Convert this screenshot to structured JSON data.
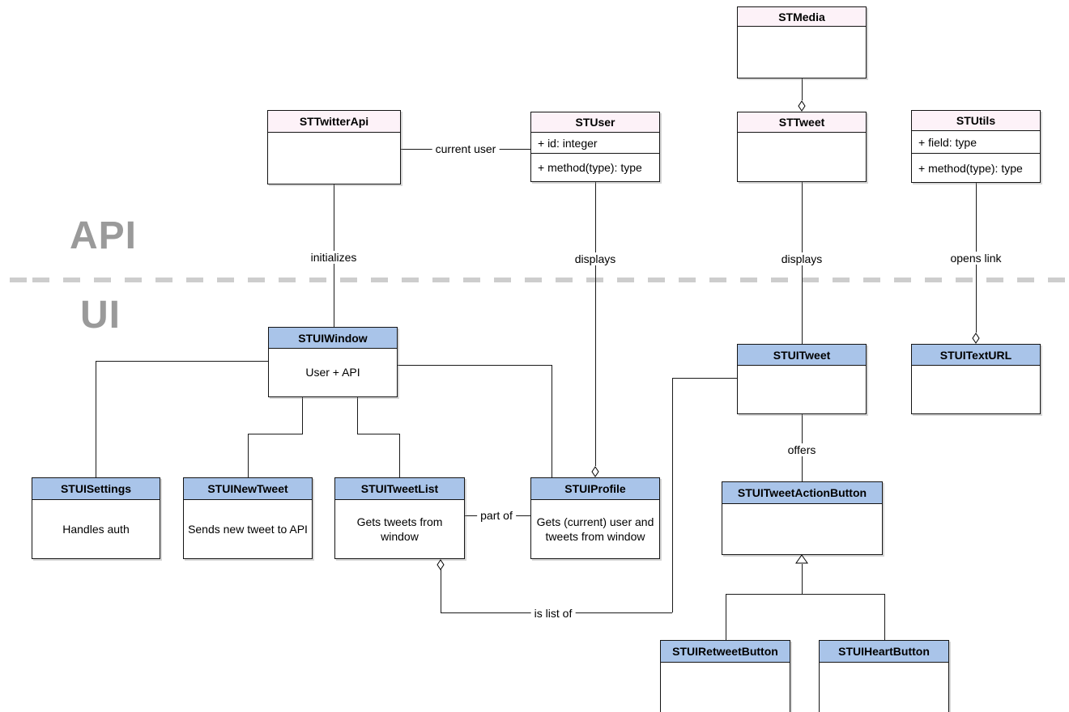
{
  "sections": {
    "api": "API",
    "ui": "UI"
  },
  "classes": {
    "stmedia": {
      "name": "STMedia",
      "body": ""
    },
    "sttwitterapi": {
      "name": "STTwitterApi",
      "body": ""
    },
    "stuser": {
      "name": "STUser",
      "attributes": [
        "+ id: integer",
        "+ method(type): type"
      ]
    },
    "sttweet": {
      "name": "STTweet",
      "body": ""
    },
    "stutils": {
      "name": "STUtils",
      "attributes": [
        "+ field: type",
        "+ method(type): type"
      ]
    },
    "stuiwindow": {
      "name": "STUIWindow",
      "body": "User + API"
    },
    "stuitweet": {
      "name": "STUITweet",
      "body": ""
    },
    "stuitexturl": {
      "name": "STUITextURL",
      "body": ""
    },
    "stuisettings": {
      "name": "STUISettings",
      "body": "Handles auth"
    },
    "stuinewtweet": {
      "name": "STUINewTweet",
      "body": "Sends new tweet to API"
    },
    "stuitweetlist": {
      "name": "STUITweetList",
      "body": "Gets tweets from window"
    },
    "stuiprofile": {
      "name": "STUIProfile",
      "body": "Gets (current) user and tweets from window"
    },
    "stuitweetactionbutton": {
      "name": "STUITweetActionButton",
      "body": ""
    },
    "stuiretweetbutton": {
      "name": "STUIRetweetButton",
      "body": ""
    },
    "stuiheartbutton": {
      "name": "STUIHeartButton",
      "body": ""
    }
  },
  "edge_labels": {
    "current_user": "current user",
    "initializes": "initializes",
    "displays_user": "displays",
    "displays_tweet": "displays",
    "opens_link": "opens link",
    "offers": "offers",
    "part_of": "part of",
    "is_list_of": "is list of"
  },
  "colors": {
    "api_header": "#fdf2f8",
    "ui_header": "#a9c4e9",
    "section_label": "#9a9a9a",
    "divider": "#cdcdcd",
    "line": "#1a1a1a"
  }
}
